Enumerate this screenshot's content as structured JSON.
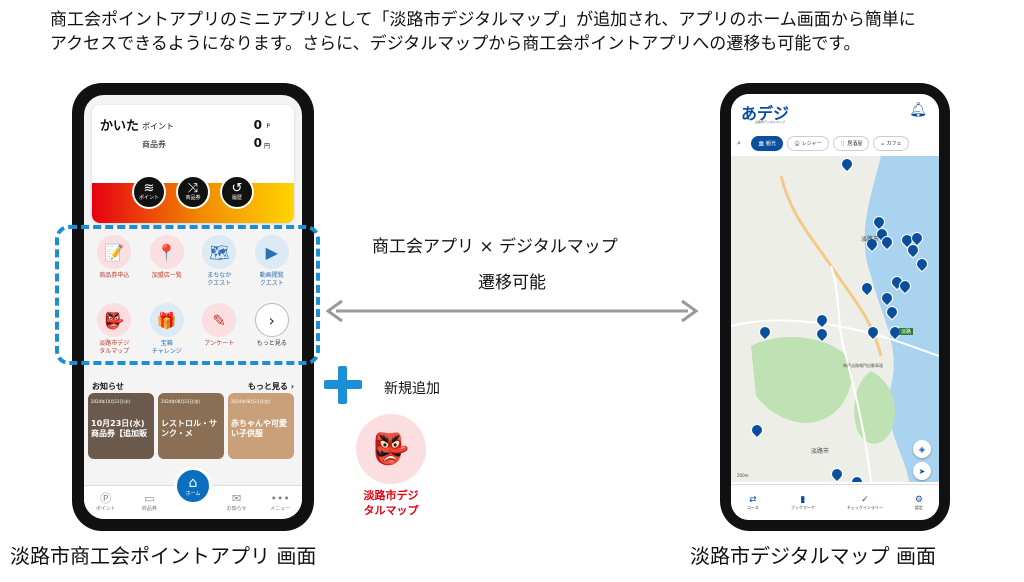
{
  "headline": {
    "line1": "商工会ポイントアプリのミニアプリとして「淡路市デジタルマップ」が追加され、アプリのホーム画面から簡単に",
    "line2": "アクセスできるようになります。さらに、デジタルマップから商工会ポイントアプリへの遷移も可能です。"
  },
  "left_app": {
    "logo": "かいた",
    "point_label": "ポイント",
    "point_value": "0",
    "point_unit": "P",
    "voucher_label": "商品券",
    "voucher_value": "0",
    "voucher_unit": "円",
    "actions": [
      {
        "icon": "coins-icon",
        "label": "ポイント"
      },
      {
        "icon": "shuffle-icon",
        "label": "商品券"
      },
      {
        "icon": "history-icon",
        "label": "履歴"
      }
    ],
    "mini_apps": [
      {
        "label": "商品券申込",
        "bg": "#fbdedf",
        "glyph": "📝",
        "color": "#c0392b"
      },
      {
        "label": "加盟店一覧",
        "bg": "#fbdedf",
        "glyph": "📍",
        "color": "#c0392b"
      },
      {
        "label": "まちなか\nクエスト",
        "bg": "#dbeaf5",
        "glyph": "🗺",
        "color": "#2a6fb0"
      },
      {
        "label": "動画閲覧\nクエスト",
        "bg": "#dbeaf5",
        "glyph": "▶",
        "color": "#2a6fb0"
      },
      {
        "label": "淡路市デジ\nタルマップ",
        "bg": "#fbdedf",
        "glyph": "👺",
        "color": "#c0392b"
      },
      {
        "label": "宝箱\nチャレンジ",
        "bg": "#dbeaf5",
        "glyph": "🎁",
        "color": "#2a6fb0"
      },
      {
        "label": "アンケート",
        "bg": "#fbdedf",
        "glyph": "✎",
        "color": "#c0392b"
      },
      {
        "label": "もっと見る",
        "bg": "#ffffff",
        "glyph": "›",
        "color": "#333333"
      }
    ],
    "news_title": "お知らせ",
    "news_more": "もっと見る",
    "news": [
      {
        "date": "2024年10月23日(水)",
        "title": "10月23日(水) 商品券【追加販"
      },
      {
        "date": "2024年08月23日(金)",
        "title": "レストロル・サンク・メ"
      },
      {
        "date": "2024年08月23日(金)",
        "title": "赤ちゃんや可愛い子供服"
      }
    ],
    "tabs": [
      {
        "icon": "point-icon",
        "glyph": "Ⓟ",
        "label": "ポイント"
      },
      {
        "icon": "voucher-icon",
        "glyph": "▭",
        "label": "商品券"
      },
      {
        "icon": "mail-icon",
        "glyph": "✉",
        "label": "お知らせ"
      },
      {
        "icon": "more-icon",
        "glyph": "•••",
        "label": "メニュー"
      }
    ],
    "home_label": "ホーム"
  },
  "middle": {
    "title": "商工会アプリ × デジタルマップ",
    "subtitle": "遷移可能",
    "new_label": "新規追加",
    "mascot_label": "淡路市デジ\nタルマップ"
  },
  "captions": {
    "left": "淡路市商工会ポイントアプリ 画面",
    "right": "淡路市デジタルマップ 画面"
  },
  "right_app": {
    "logo": "あデジ",
    "logo_sub": "淡路市デジタルマップ",
    "categories": [
      {
        "label": "観光",
        "active": true
      },
      {
        "label": "レジャー",
        "active": false
      },
      {
        "label": "居酒屋",
        "active": false
      },
      {
        "label": "カフェ",
        "active": false
      }
    ],
    "map_labels": {
      "city1": "淡路市",
      "city2": "淡路市",
      "road": "神戸淡路鳴門自動車道",
      "sign": "淡路",
      "scale": "200m"
    },
    "tabs": [
      {
        "icon": "course-icon",
        "glyph": "⇄",
        "label": "コース"
      },
      {
        "icon": "bookmark-icon",
        "glyph": "▮",
        "label": "ブックマーク"
      },
      {
        "icon": "checkin-icon",
        "glyph": "✓",
        "label": "チェックインラリー"
      },
      {
        "icon": "settings-icon",
        "glyph": "⚙",
        "label": "設定"
      }
    ]
  },
  "colors": {
    "accent_blue": "#1a8fd6",
    "brand_navy": "#0a4f9e",
    "red": "#e60012"
  }
}
